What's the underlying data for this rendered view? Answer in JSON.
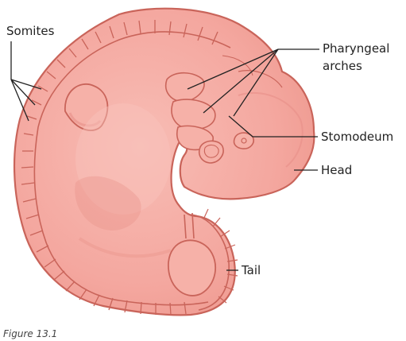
{
  "colors": {
    "embryo_fill": "#f4a79f",
    "embryo_light": "#f8bdb5",
    "embryo_shadow": "#e79088",
    "outline": "#c9645a",
    "leader": "#222222",
    "label_text": "#222222"
  },
  "labels": {
    "somites": "Somites",
    "pharyngeal_arches_line1": "Pharyngeal",
    "pharyngeal_arches_line2": "arches",
    "stomodeum": "Stomodeum",
    "head": "Head",
    "tail": "Tail"
  },
  "caption": "Figure 13.1"
}
